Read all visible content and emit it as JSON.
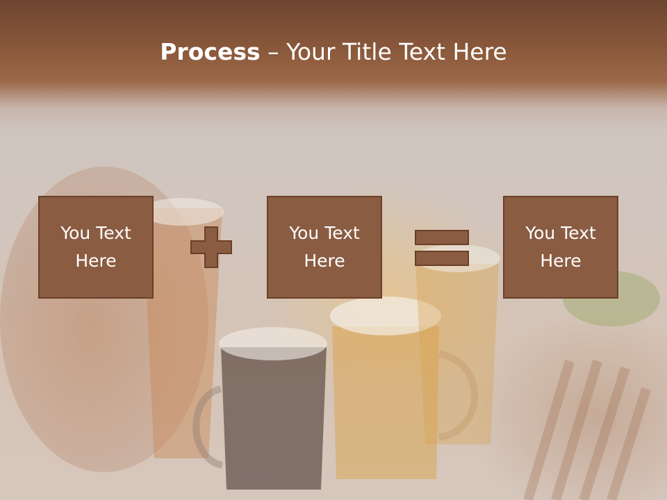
{
  "slide": {
    "title_bold": "Process",
    "title_rest": " – Your Title Text Here",
    "boxes": [
      {
        "text": "You Text\nHere"
      },
      {
        "text": "You Text\nHere"
      },
      {
        "text": "You Text\nHere"
      }
    ],
    "operators": [
      "plus-icon",
      "equals-icon"
    ]
  },
  "colors": {
    "box_fill": "#8a5c42",
    "box_border": "#6a3f28",
    "header_brown": "#8c5a3c"
  }
}
